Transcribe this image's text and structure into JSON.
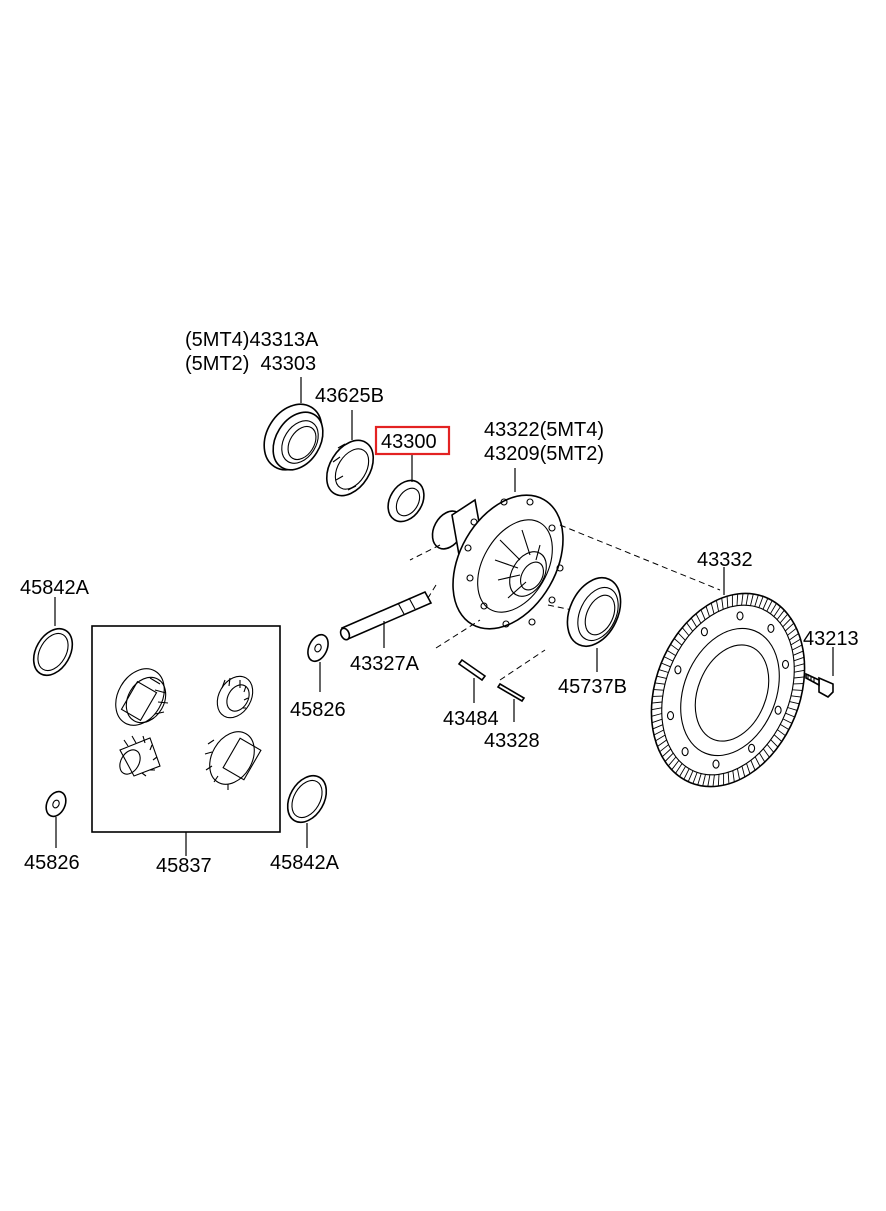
{
  "labels": {
    "bearing_5mt4": "(5MT4)43313A",
    "bearing_5mt2": "(5MT2)  43303",
    "shim": "43625B",
    "seal_highlighted": "43300",
    "case_5mt4": "43322(5MT4)",
    "case_5mt2": "43209(5MT2)",
    "ring_gear": "43332",
    "bolt": "43213",
    "washer_left_top": "45842A",
    "pinion_shaft": "43327A",
    "thrust_washer_mid": "45826",
    "pin": "43484",
    "pin_small": "43328",
    "oil_seal": "45737B",
    "thrust_washer_left": "45826",
    "gear_set": "45837",
    "washer_bottom": "45842A"
  },
  "highlight": {
    "part": "43300",
    "color": "#e32222"
  }
}
